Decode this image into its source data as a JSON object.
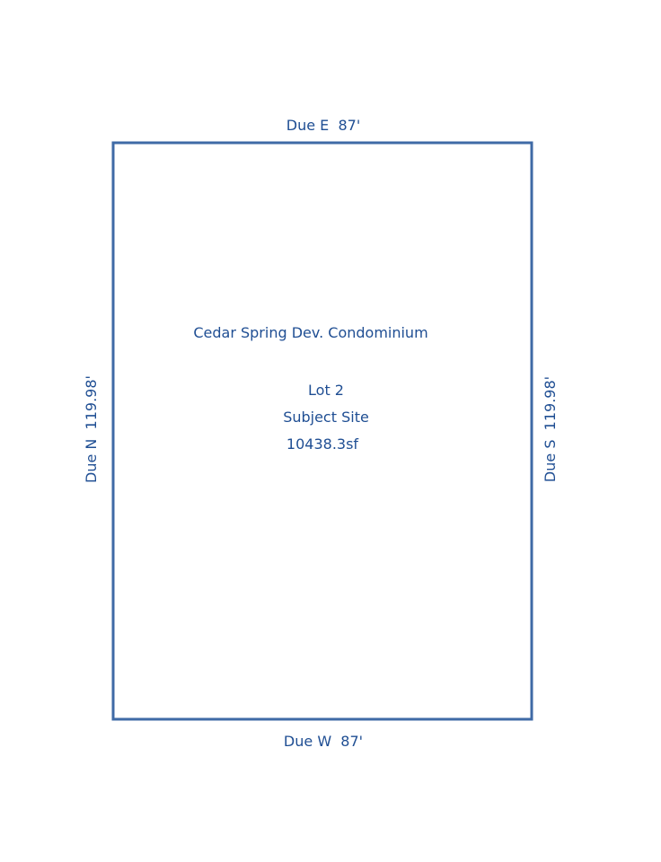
{
  "boundary_labels": {
    "north_side": "Due E  87'",
    "south_side": "Due W  87'",
    "west_side": "Due N  119.98'",
    "east_side": "Due S  119.98'"
  },
  "parcel": {
    "development_name": "Cedar Spring Dev. Condominium",
    "lot": "Lot 2",
    "designation": "Subject Site",
    "area": "10438.3sf"
  },
  "colors": {
    "line": "#3f6aa6",
    "text": "#1f4e93",
    "background": "#ffffff"
  }
}
